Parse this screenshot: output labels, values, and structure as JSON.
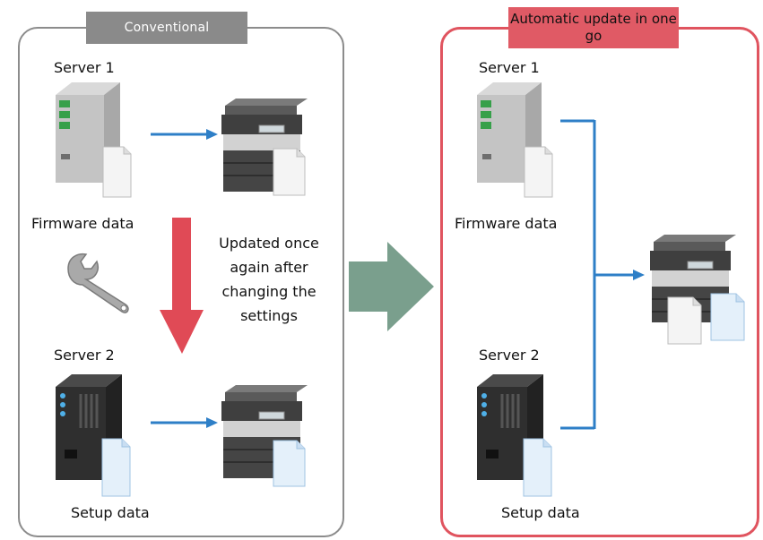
{
  "left_panel": {
    "title": "Conventional",
    "server1_label": "Server 1",
    "firmware_label": "Firmware data",
    "update_note": "Updated once again after changing the settings",
    "server2_label": "Server 2",
    "setup_label": "Setup data"
  },
  "right_panel": {
    "title": "Automatic update in one go",
    "server1_label": "Server 1",
    "firmware_label": "Firmware data",
    "server2_label": "Server 2",
    "setup_label": "Setup data"
  },
  "colors": {
    "conventional_frame": "#8c8c8c",
    "automatic_frame": "#e0545f",
    "flow_arrow": "#2e7fc7",
    "update_arrow": "#e04a56",
    "transition_arrow": "#7a9f8d"
  },
  "icons": [
    "server-light-icon",
    "server-dark-icon",
    "printer-icon",
    "document-icon",
    "wrench-icon"
  ]
}
